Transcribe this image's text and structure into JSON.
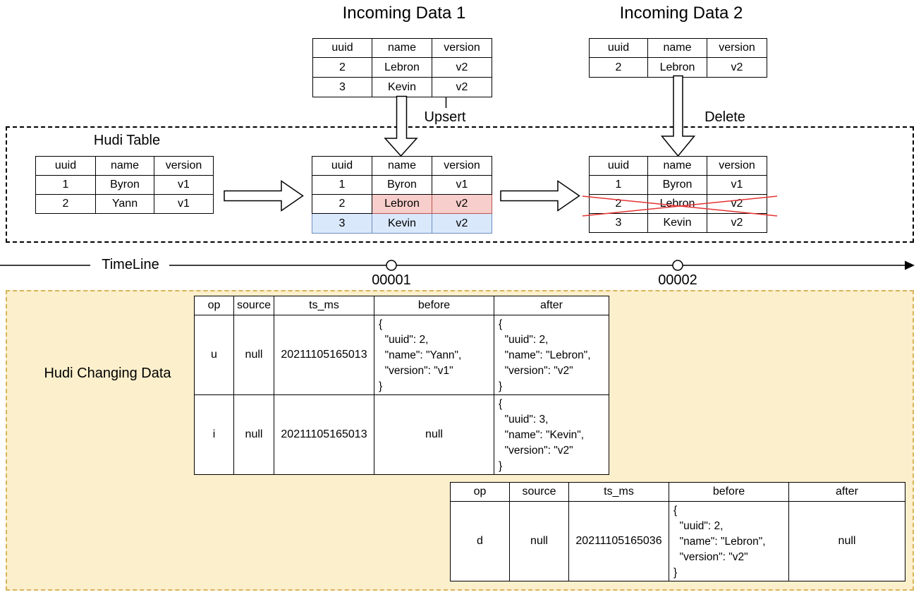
{
  "diagram": {
    "incoming1": {
      "title": "Incoming Data 1",
      "headers": [
        "uuid",
        "name",
        "version"
      ],
      "rows": [
        [
          "2",
          "Lebron",
          "v2"
        ],
        [
          "3",
          "Kevin",
          "v2"
        ]
      ]
    },
    "incoming2": {
      "title": "Incoming Data 2",
      "headers": [
        "uuid",
        "name",
        "version"
      ],
      "rows": [
        [
          "2",
          "Lebron",
          "v2"
        ]
      ]
    },
    "upsert_label": "Upsert",
    "delete_label": "Delete",
    "hudi_box": {
      "title": "Hudi Table",
      "left": {
        "headers": [
          "uuid",
          "name",
          "version"
        ],
        "rows": [
          [
            "1",
            "Byron",
            "v1"
          ],
          [
            "2",
            "Yann",
            "v1"
          ]
        ]
      },
      "middle": {
        "headers": [
          "uuid",
          "name",
          "version"
        ],
        "rows": [
          [
            "1",
            "Byron",
            "v1"
          ],
          [
            "2",
            "Lebron",
            "v2"
          ],
          [
            "3",
            "Kevin",
            "v2"
          ]
        ]
      },
      "right": {
        "headers": [
          "uuid",
          "name",
          "version"
        ],
        "rows": [
          [
            "1",
            "Byron",
            "v1"
          ],
          [
            "2",
            "Lebron",
            "v2"
          ],
          [
            "3",
            "Kevin",
            "v2"
          ]
        ]
      }
    },
    "timeline": {
      "label": "TimeLine",
      "commits": [
        "00001",
        "00002"
      ]
    },
    "changing": {
      "title": "Hudi Changing Data",
      "cdc1": {
        "headers": [
          "op",
          "source",
          "ts_ms",
          "before",
          "after"
        ],
        "rows": [
          [
            "u",
            "null",
            "20211105165013",
            "{\n  \"uuid\": 2,\n  \"name\": \"Yann\",\n  \"version\": \"v1\"\n}",
            "{\n  \"uuid\": 2,\n  \"name\": \"Lebron\",\n  \"version\": \"v2\"\n}"
          ],
          [
            "i",
            "null",
            "20211105165013",
            "null",
            "{\n  \"uuid\": 3,\n  \"name\": \"Kevin\",\n  \"version\": \"v2\"\n}"
          ]
        ]
      },
      "cdc2": {
        "headers": [
          "op",
          "source",
          "ts_ms",
          "before",
          "after"
        ],
        "rows": [
          [
            "d",
            "null",
            "20211105165036",
            "{\n  \"uuid\": 2,\n  \"name\": \"Lebron\",\n  \"version\": \"v2\"\n}",
            "null"
          ]
        ]
      }
    },
    "colors": {
      "updated_cells_fill": "#f8cecc",
      "updated_cells_border": "#b85450",
      "inserted_row_fill": "#dae8fc",
      "inserted_row_border": "#6c8ebf",
      "delete_cross": "#e63333",
      "changing_area_fill": "#fcefcc",
      "changing_area_border": "#d9b45b"
    }
  }
}
